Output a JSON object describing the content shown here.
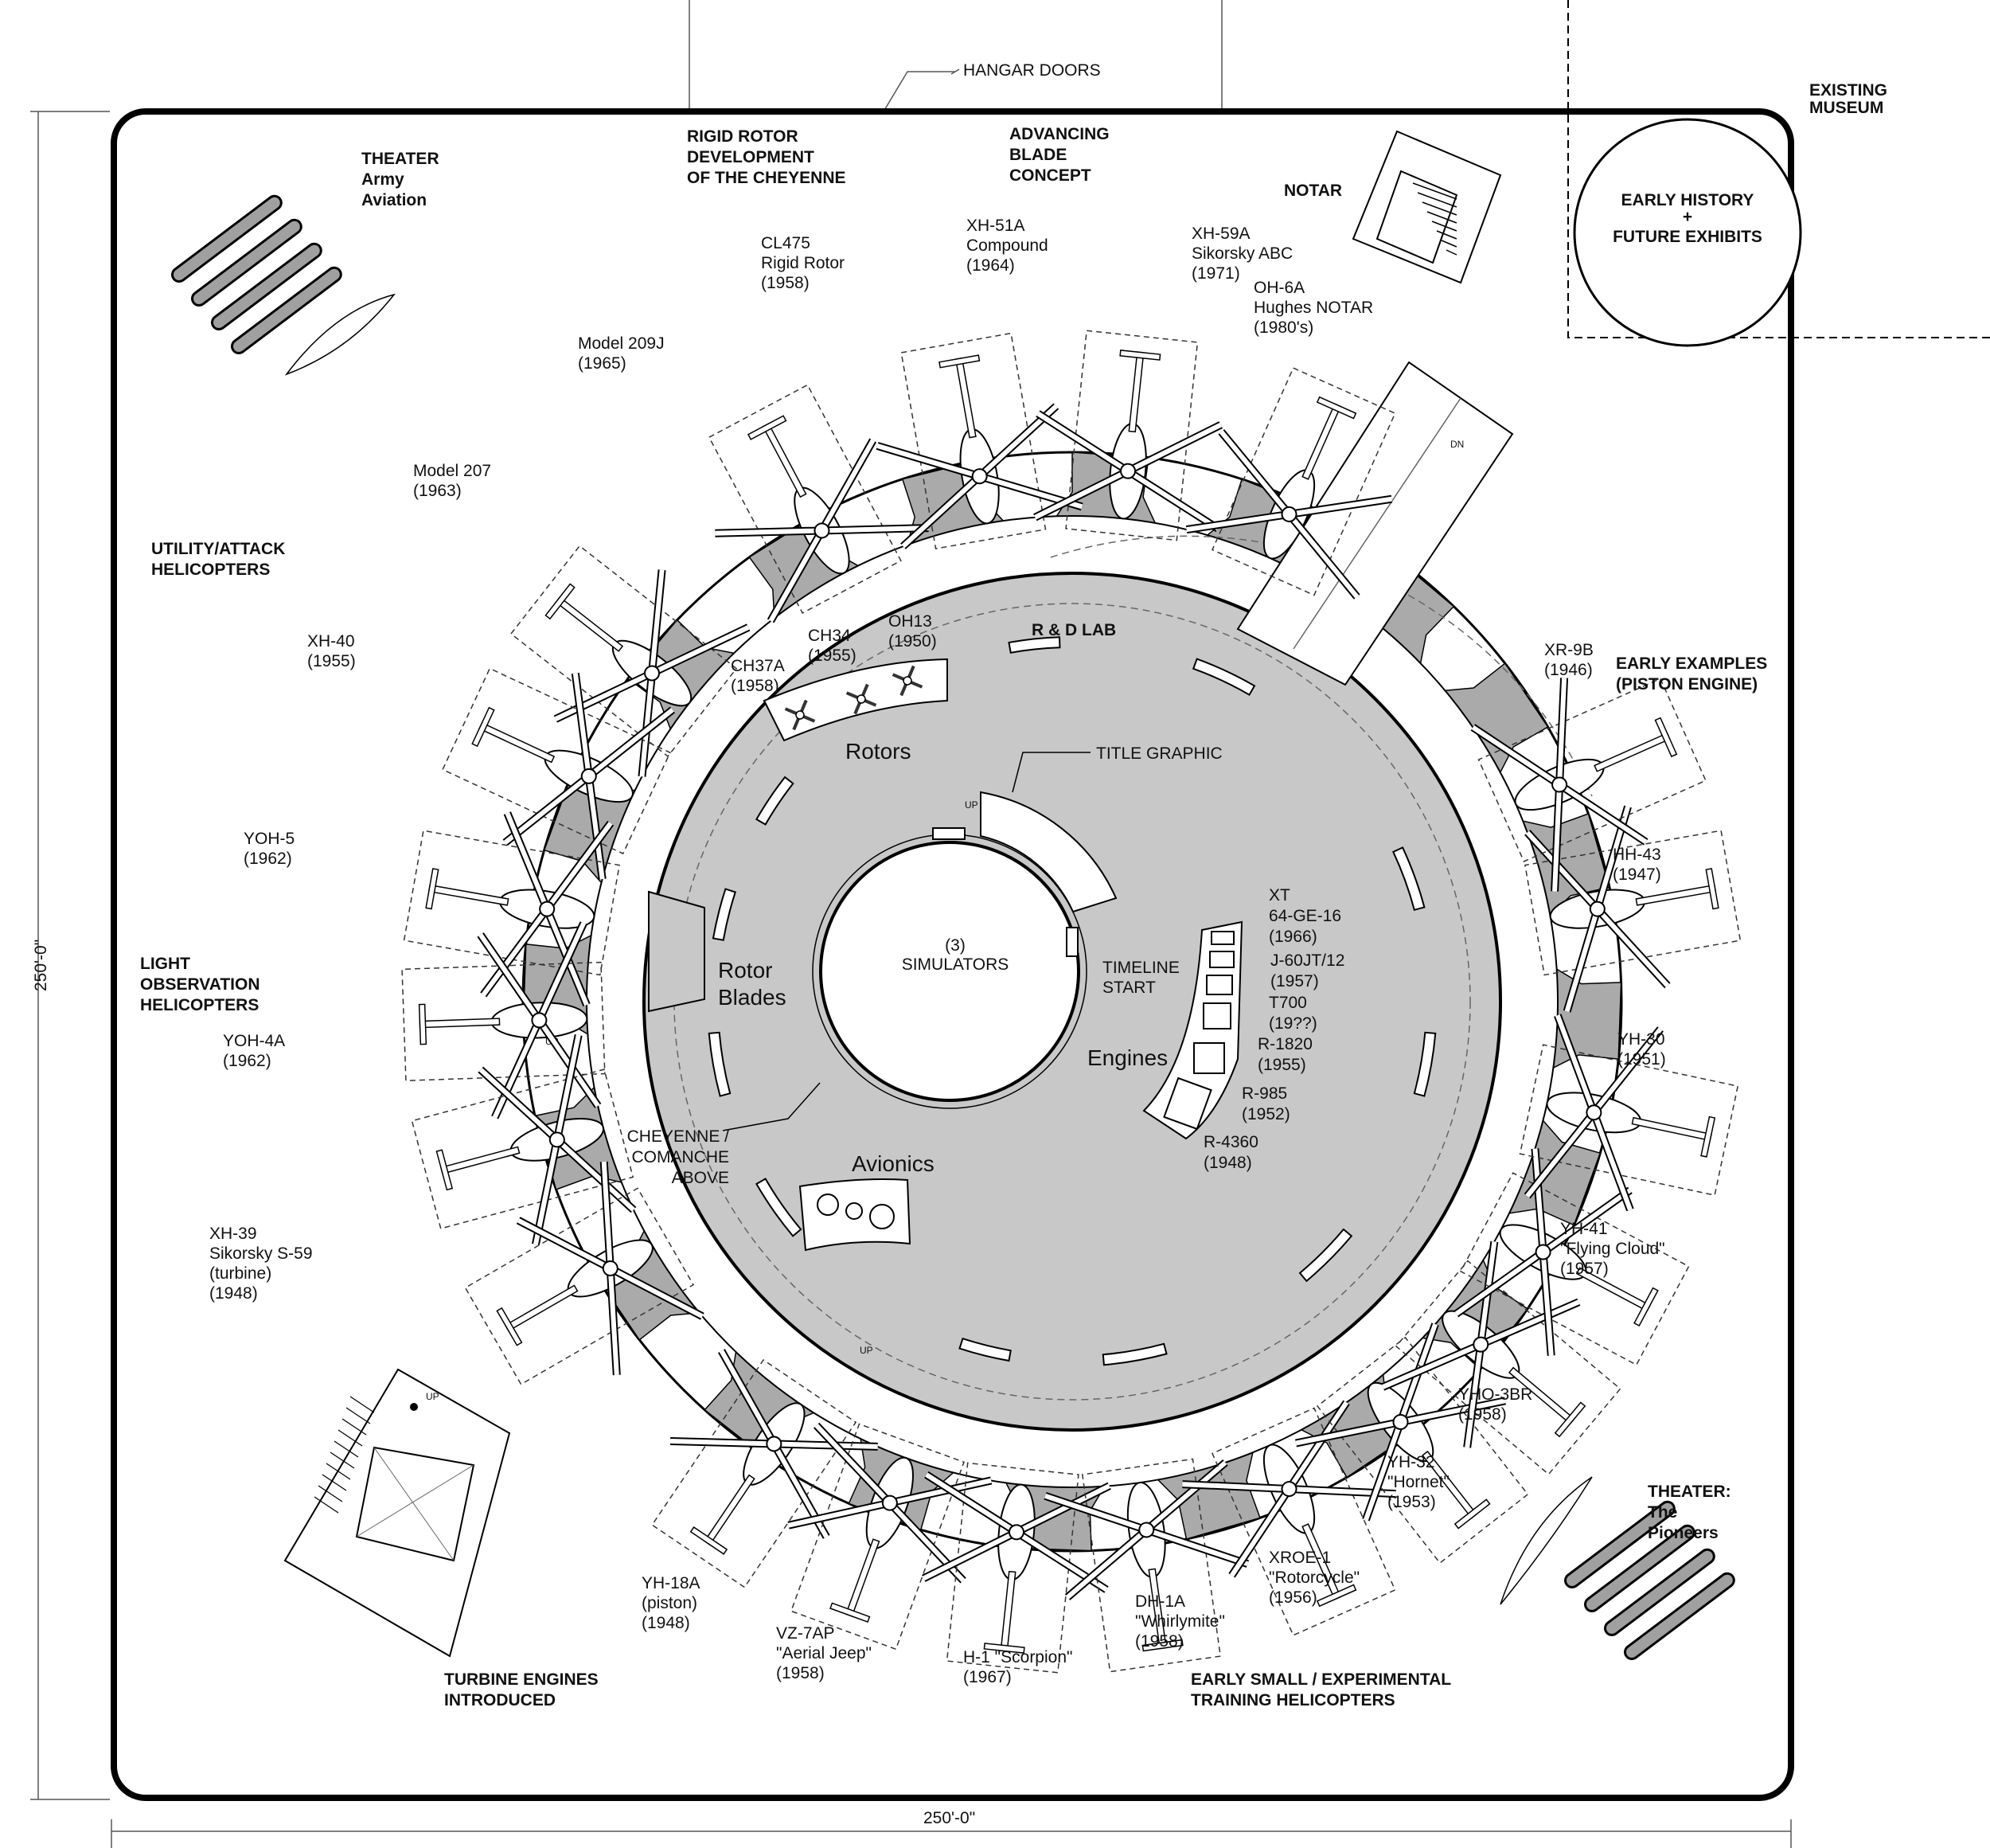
{
  "dimensions": {
    "width_label": "250'-0\"",
    "height_label": "250'-0\""
  },
  "top_label": "HANGAR DOORS",
  "existing_museum": {
    "title": [
      "EXISTING",
      "MUSEUM"
    ],
    "circle": [
      "EARLY HISTORY",
      "+",
      "FUTURE EXHIBITS"
    ]
  },
  "sections": [
    {
      "id": "theater-army",
      "lines": [
        "THEATER",
        "Army",
        "Aviation"
      ]
    },
    {
      "id": "rigid-rotor",
      "lines": [
        "RIGID ROTOR",
        "DEVELOPMENT",
        "OF THE CHEYENNE"
      ]
    },
    {
      "id": "advancing-blade",
      "lines": [
        "ADVANCING",
        "BLADE",
        "CONCEPT"
      ]
    },
    {
      "id": "notar",
      "lines": [
        "NOTAR"
      ]
    },
    {
      "id": "utility-attack",
      "lines": [
        "UTILITY/ATTACK",
        "HELICOPTERS"
      ]
    },
    {
      "id": "light-observation",
      "lines": [
        "LIGHT",
        "OBSERVATION",
        "HELICOPTERS"
      ]
    },
    {
      "id": "early-examples",
      "lines": [
        "EARLY EXAMPLES",
        "(PISTON ENGINE)"
      ]
    },
    {
      "id": "turbine-engines",
      "lines": [
        "TURBINE ENGINES",
        "INTRODUCED"
      ]
    },
    {
      "id": "early-small",
      "lines": [
        "EARLY SMALL /  EXPERIMENTAL",
        "TRAINING HELICOPTERS"
      ]
    },
    {
      "id": "theater-pioneers",
      "lines": [
        "THEATER:",
        "The",
        "Pioneers"
      ]
    },
    {
      "id": "rd-lab",
      "lines": [
        "R & D LAB"
      ]
    }
  ],
  "aircraft": [
    {
      "id": "cl475",
      "lines": [
        "CL475",
        "Rigid Rotor",
        "(1958)"
      ]
    },
    {
      "id": "xh51a",
      "lines": [
        "XH-51A",
        "Compound",
        "(1964)"
      ]
    },
    {
      "id": "xh59a",
      "lines": [
        "XH-59A",
        "Sikorsky ABC",
        "(1971)"
      ]
    },
    {
      "id": "oh6a",
      "lines": [
        "OH-6A",
        "Hughes NOTAR",
        "(1980's)"
      ]
    },
    {
      "id": "model209j",
      "lines": [
        "Model 209J",
        "(1965)"
      ]
    },
    {
      "id": "model207",
      "lines": [
        "Model 207",
        "(1963)"
      ]
    },
    {
      "id": "xh40",
      "lines": [
        "XH-40",
        "(1955)"
      ]
    },
    {
      "id": "yoh5",
      "lines": [
        "YOH-5",
        "(1962)"
      ]
    },
    {
      "id": "yoh4a",
      "lines": [
        "YOH-4A",
        "(1962)"
      ]
    },
    {
      "id": "xh39",
      "lines": [
        "XH-39",
        "Sikorsky S-59",
        "(turbine)",
        "(1948)"
      ]
    },
    {
      "id": "yh18a",
      "lines": [
        "YH-18A",
        "(piston)",
        "(1948)"
      ]
    },
    {
      "id": "vz7ap",
      "lines": [
        "VZ-7AP",
        "\"Aerial Jeep\"",
        "(1958)"
      ]
    },
    {
      "id": "h1",
      "lines": [
        "H-1 \"Scorpion\"",
        "(1967)"
      ]
    },
    {
      "id": "dh1a",
      "lines": [
        "DH-1A",
        "\"Whirlymite\"",
        "(1958)"
      ]
    },
    {
      "id": "xroe1",
      "lines": [
        "XROE-1",
        "\"Rotorcycle\"",
        "(1956)"
      ]
    },
    {
      "id": "yh32",
      "lines": [
        "YH-32",
        "\"Hornet\"",
        "(1953)"
      ]
    },
    {
      "id": "yho3br",
      "lines": [
        "YHO-3BR",
        "(1958)"
      ]
    },
    {
      "id": "yh41",
      "lines": [
        "YH-41",
        "\"Flying Cloud\"",
        "(1957)"
      ]
    },
    {
      "id": "yh30",
      "lines": [
        "YH-30",
        "(1951)"
      ]
    },
    {
      "id": "hh43",
      "lines": [
        "HH-43",
        "(1947)"
      ]
    },
    {
      "id": "xr9b",
      "lines": [
        "XR-9B",
        "(1946)"
      ]
    }
  ],
  "rd_lab": {
    "rotors_title": "Rotors",
    "rotor_samples": [
      {
        "id": "ch37a",
        "lines": [
          "CH37A",
          "(1958)"
        ]
      },
      {
        "id": "ch34",
        "lines": [
          "CH34",
          "(1955)"
        ]
      },
      {
        "id": "oh13",
        "lines": [
          "OH13",
          "(1950)"
        ]
      }
    ],
    "rotor_blades": [
      "Rotor",
      "Blades"
    ],
    "avionics": "Avionics",
    "engines_title": "Engines",
    "engines": [
      {
        "id": "xt64",
        "lines": [
          "XT",
          "64-GE-16",
          "(1966)"
        ]
      },
      {
        "id": "j60",
        "lines": [
          "J-60JT/12",
          "(1957)"
        ]
      },
      {
        "id": "t700",
        "lines": [
          "T700",
          "(19??)"
        ]
      },
      {
        "id": "r1820",
        "lines": [
          "R-1820",
          "(1955)"
        ]
      },
      {
        "id": "r985",
        "lines": [
          "R-985",
          "(1952)"
        ]
      },
      {
        "id": "r4360",
        "lines": [
          "R-4360",
          "(1948)"
        ]
      }
    ],
    "simulators": [
      "(3)",
      "SIMULATORS"
    ],
    "title_graphic": "TITLE GRAPHIC",
    "timeline_start": [
      "TIMELINE",
      "START"
    ],
    "cheyenne": [
      "CHEYENNE /",
      "COMANCHE",
      "ABOVE"
    ]
  },
  "stair_labels": {
    "up": "UP",
    "dn": "DN"
  }
}
